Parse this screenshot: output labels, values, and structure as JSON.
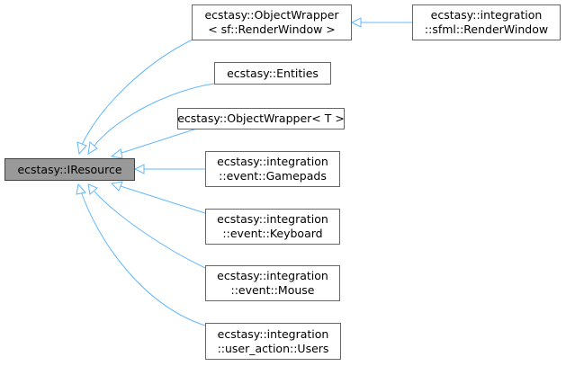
{
  "nodes": {
    "iresource": {
      "lines": [
        "ecstasy::IResource"
      ]
    },
    "object_wrapper_render_window": {
      "lines": [
        "ecstasy::ObjectWrapper",
        "< sf::RenderWindow >"
      ]
    },
    "sfml_render_window": {
      "lines": [
        "ecstasy::integration",
        "::sfml::RenderWindow"
      ]
    },
    "entities": {
      "lines": [
        "ecstasy::Entities"
      ]
    },
    "object_wrapper_t": {
      "lines": [
        "ecstasy::ObjectWrapper< T >"
      ]
    },
    "gamepads": {
      "lines": [
        "ecstasy::integration",
        "::event::Gamepads"
      ]
    },
    "keyboard": {
      "lines": [
        "ecstasy::integration",
        "::event::Keyboard"
      ]
    },
    "mouse": {
      "lines": [
        "ecstasy::integration",
        "::event::Mouse"
      ]
    },
    "users": {
      "lines": [
        "ecstasy::integration",
        "::user_action::Users"
      ]
    }
  },
  "colors": {
    "edge": "#63b8ff",
    "node_border": "#666666",
    "highlight_fill": "#999999"
  }
}
